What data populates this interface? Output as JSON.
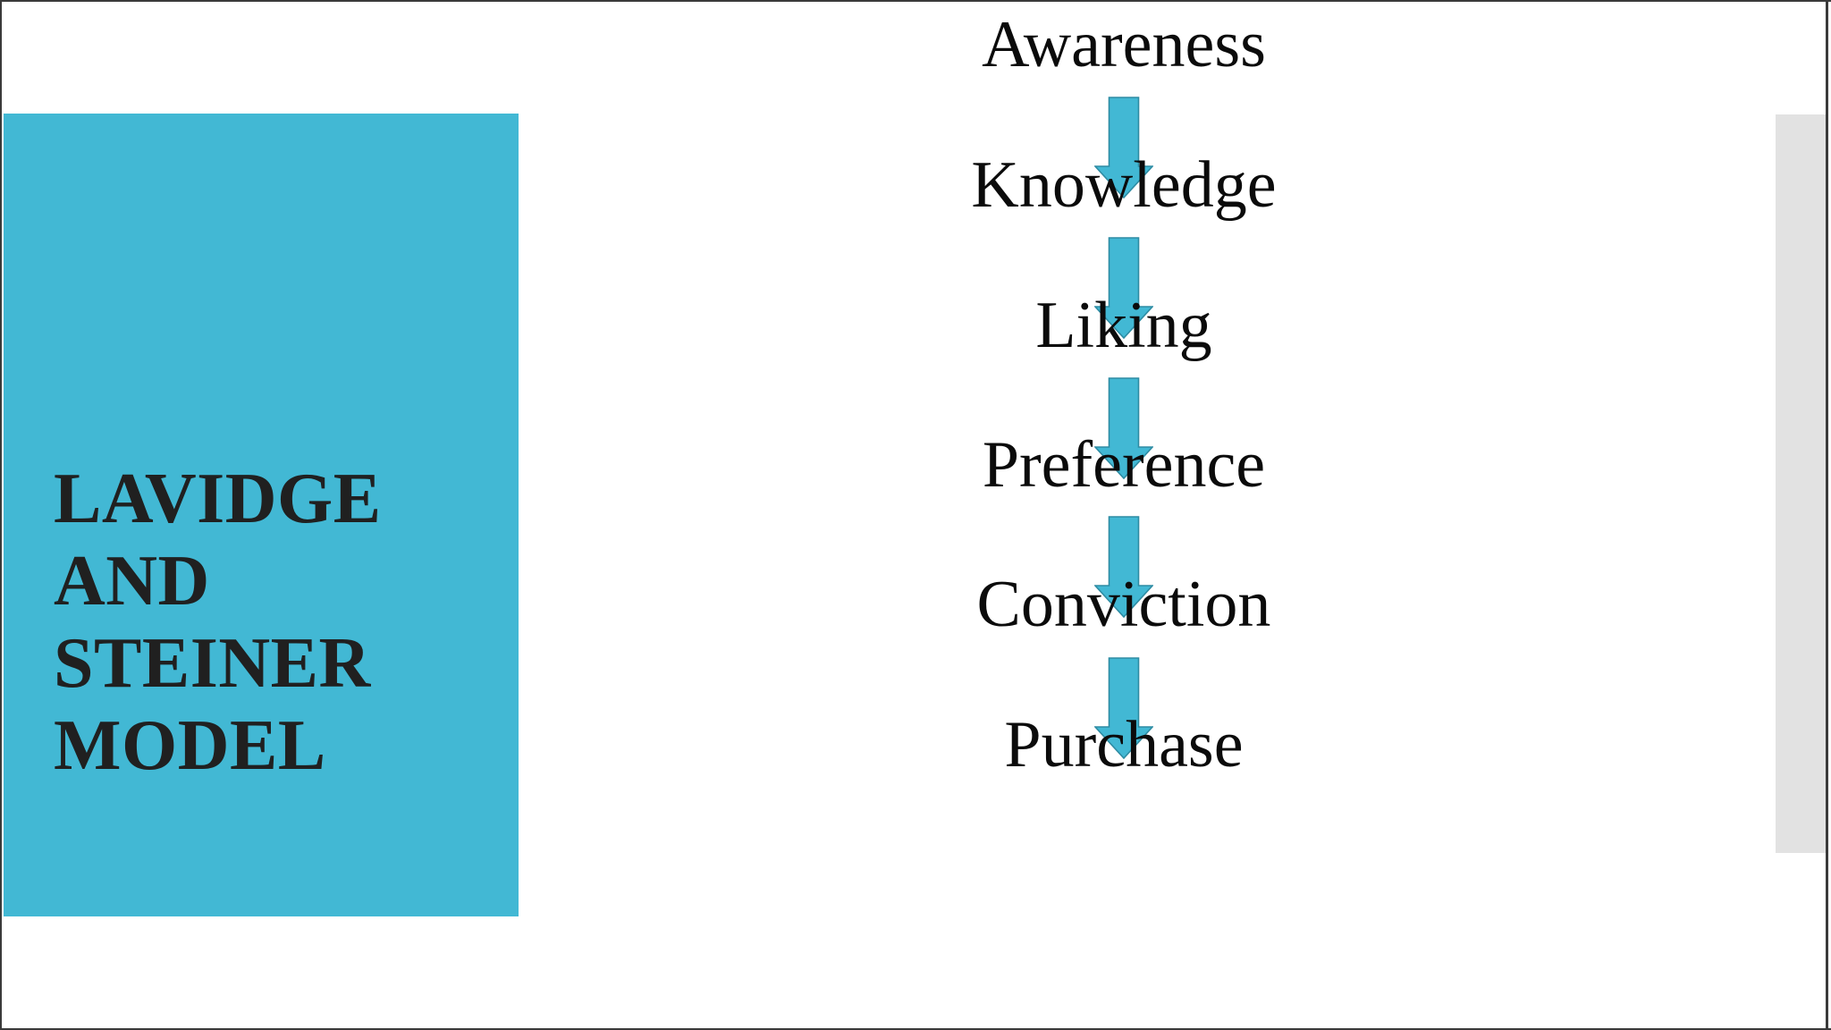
{
  "slide": {
    "background_color": "#ffffff",
    "border_color": "#3a3a3a",
    "accent_color": "#42b8d4",
    "panel_color": "#e2e2e2",
    "text_color": "#0b0b0b",
    "title_text_color": "#202020"
  },
  "title_card": {
    "lines": [
      "LAVIDGE",
      "AND",
      "STEINER",
      "MODEL"
    ],
    "full_text": "LAVIDGE AND STEINER MODEL"
  },
  "flow": {
    "orientation": "vertical-top-to-bottom",
    "arrow_icon": "down-arrow-icon",
    "steps": [
      {
        "index": 1,
        "label": "Awareness"
      },
      {
        "index": 2,
        "label": "Knowledge"
      },
      {
        "index": 3,
        "label": "Liking"
      },
      {
        "index": 4,
        "label": "Preference"
      },
      {
        "index": 5,
        "label": "Conviction"
      },
      {
        "index": 6,
        "label": "Purchase"
      }
    ],
    "arrow_count": 5
  }
}
